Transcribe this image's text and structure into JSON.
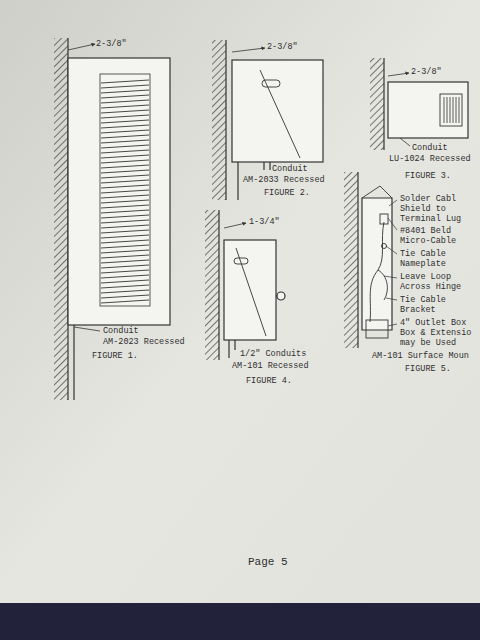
{
  "diagram": {
    "labels": [
      "2-3/8\"",
      "Conduit",
      "AM-2023 Recessed",
      "FIGURE 1.",
      "2-3/8\"",
      "Conduit",
      "AM-2033 Recessed",
      "FIGURE 2.",
      "2-3/8\"",
      "Conduit",
      "LU-1024 Recessed",
      "FIGURE 3.",
      "1-3/4\"",
      "1/2\" Conduits",
      "AM-101 Recessed",
      "FIGURE 4.",
      "Solder Cabl Shield to Terminal Lug",
      "#8401 Beld Micro-Cable",
      "Tie Cable Nameplate",
      "Leave Loop Across Hinge",
      "Tie Cable Bracket",
      "4\" Outlet Box Box & Extensio may be Used",
      "AM-101 Surface Moun",
      "FIGURE 5.",
      "Page 5"
    ]
  }
}
